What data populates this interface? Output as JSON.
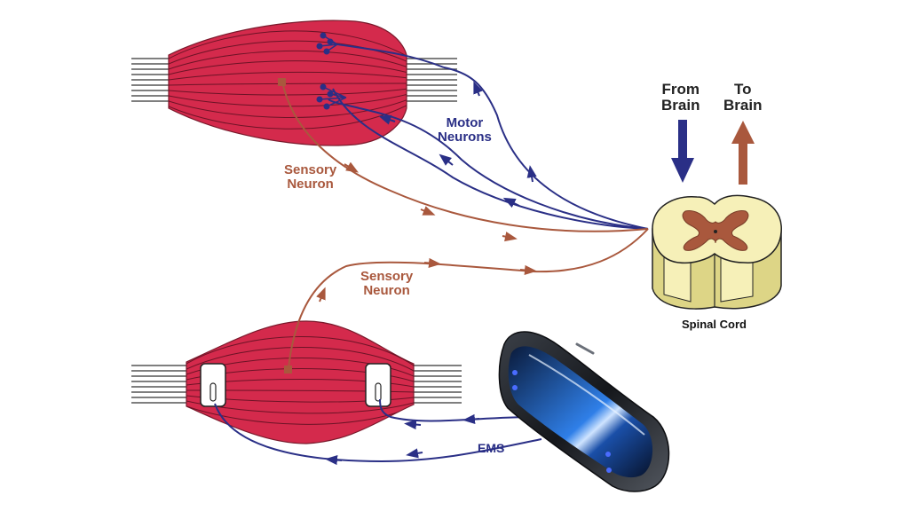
{
  "labels": {
    "motor_neurons": [
      "Motor",
      "Neurons"
    ],
    "sensory_neuron_top": [
      "Sensory",
      "Neuron"
    ],
    "sensory_neuron_bottom": [
      "Sensory",
      "Neuron"
    ],
    "from_brain": [
      "From",
      "Brain"
    ],
    "to_brain": [
      "To",
      "Brain"
    ],
    "spinal_cord": "Spinal Cord",
    "ems": "EMS"
  },
  "colors": {
    "motor": "#2a2f86",
    "sensory": "#a9583d",
    "muscle": "#d42a4c",
    "muscle_fiber": "#5a1020",
    "tendon": "#555555",
    "cord_body": "#f6f0b8",
    "cord_side": "#ddd586",
    "gray_matter": "#a9583d",
    "device_body": "#1d1f24",
    "device_glow": "#2f7fe8",
    "led": "#4a6cff"
  },
  "icons": [
    "arrow-down-icon",
    "arrow-up-icon",
    "ems-device-icon",
    "electrode-pad-icon"
  ]
}
